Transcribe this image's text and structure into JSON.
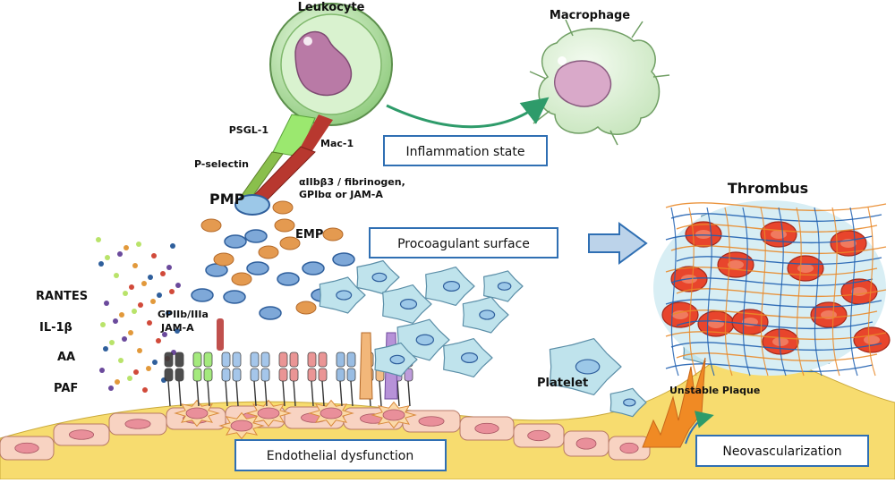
{
  "labels": {
    "leukocyte": "Leukocyte",
    "macrophage": "Macrophage",
    "psgl1": "PSGL-1",
    "mac1": "Mac-1",
    "pselectin": "P-selectin",
    "integrin_line1": "αIIbβ3 / fibrinogen,",
    "integrin_line2": "GPIbα or JAM-A",
    "pmp": "PMP",
    "emp": "EMP",
    "thrombus": "Thrombus",
    "rantes": "RANTES",
    "il1b": "IL-1β",
    "aa": "AA",
    "paf": "PAF",
    "gp_line1": "GPIIb/IIIa",
    "gp_line2": "JAM-A",
    "platelet": "Platelet",
    "unstable_plaque": "Unstable Plaque"
  },
  "boxes": {
    "inflammation": "Inflammation state",
    "procoagulant": "Procoagulant surface",
    "endothelial": "Endothelial dysfunction",
    "neovascularization": "Neovascularization"
  },
  "colors": {
    "box_border": "#2f6fb3",
    "vessel_yellow": "#f7dc6f",
    "endothelial_cell": "#f8d3c2",
    "nucleus": "#e98f9a",
    "leukocyte_green": "#9fd28f",
    "nucleus_pink": "#b97aa6",
    "platelet_blue": "#bfe3ec",
    "rbc_red": "#e8452c",
    "fibrin_blue": "#1f5fb0",
    "fibrin_orange": "#e9892a",
    "mac1_red": "#b8382f",
    "psgl_green": "#9be86f",
    "emp_orange": "#e49a50",
    "arrow_green": "#2e9b6a"
  }
}
